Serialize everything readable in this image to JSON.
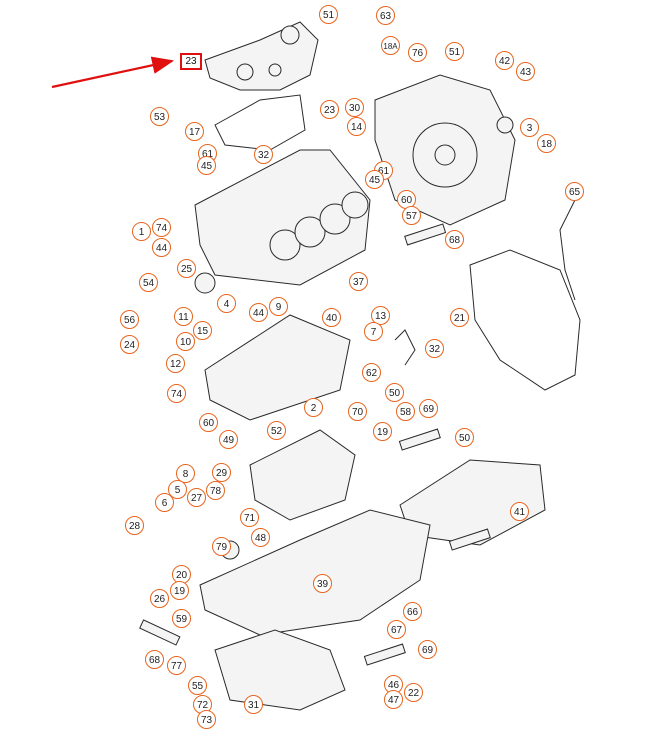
{
  "colors": {
    "callout_border": "#e8641c",
    "highlight": "#e01010",
    "linework": "#2a2a2a",
    "part_fill": "#f4f4f4"
  },
  "highlighted_part": "23",
  "part_callouts": [
    "51",
    "63",
    "18A",
    "76",
    "51",
    "42",
    "43",
    "3",
    "18",
    "23",
    "30",
    "14",
    "53",
    "17",
    "61",
    "45",
    "32",
    "61",
    "45",
    "60",
    "57",
    "68",
    "65",
    "1",
    "74",
    "44",
    "25",
    "54",
    "24",
    "37",
    "21",
    "4",
    "44",
    "9",
    "40",
    "13",
    "7",
    "56",
    "11",
    "15",
    "10",
    "12",
    "32",
    "74",
    "62",
    "50",
    "2",
    "70",
    "58",
    "69",
    "60",
    "49",
    "52",
    "19",
    "50",
    "8",
    "5",
    "6",
    "28",
    "29",
    "78",
    "27",
    "71",
    "48",
    "79",
    "41",
    "20",
    "19",
    "39",
    "26",
    "59",
    "66",
    "67",
    "68",
    "77",
    "55",
    "72",
    "31",
    "73",
    "69",
    "46",
    "47",
    "22"
  ]
}
